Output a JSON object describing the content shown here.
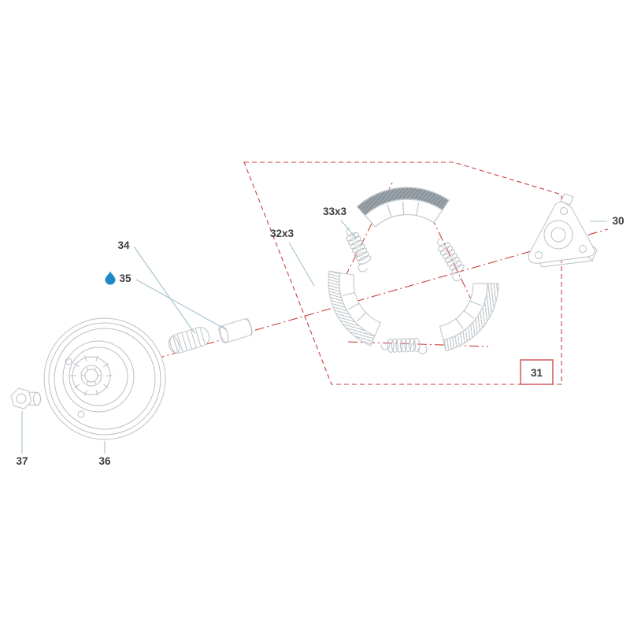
{
  "colors": {
    "background": "#ffffff",
    "line_red": "#cc4040",
    "leader": "#a3c3cb",
    "part_outline": "#c7ccd0",
    "part_detail": "#b9bfc4",
    "pad_dark_bg": "#9aa3a9",
    "pad_dark_line": "#7e878d",
    "hatch_line": "#b4bcc1",
    "text": "#3c3c3c",
    "droplet_blue": "#1e88c7"
  },
  "diagram": {
    "labels": {
      "part30": "30",
      "part31": "31",
      "part32": "32x3",
      "part33": "33x3",
      "part34": "34",
      "part35": "35",
      "part36": "36",
      "part37": "37"
    }
  }
}
